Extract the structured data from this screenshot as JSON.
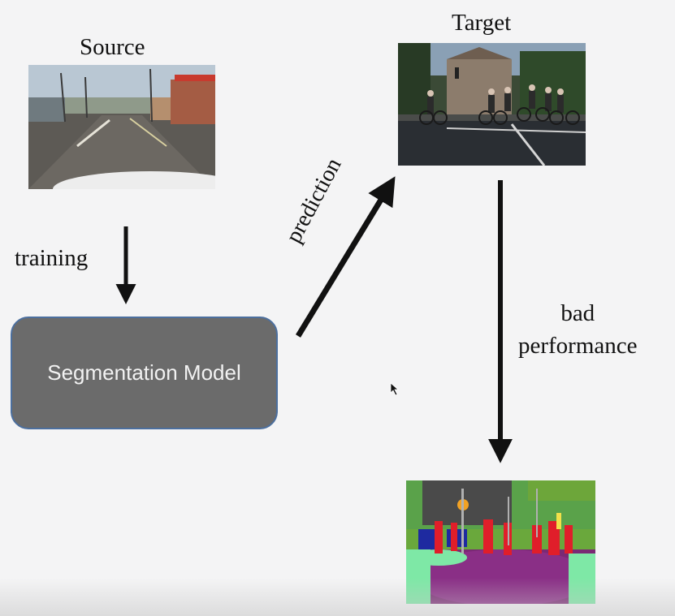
{
  "labels": {
    "source": "Source",
    "target": "Target",
    "training": "training",
    "prediction": "prediction",
    "bad_line1": "bad",
    "bad_line2": "performance"
  },
  "model": {
    "label": "Segmentation Model"
  },
  "images": {
    "source": "road-photo-icon",
    "target": "street-cyclists-photo-icon",
    "segmentation": "segmentation-map-icon"
  },
  "colors": {
    "background": "#f4f4f5",
    "model_fill": "#6b6b6b",
    "model_border": "#4c6f9e",
    "arrow": "#111111"
  }
}
